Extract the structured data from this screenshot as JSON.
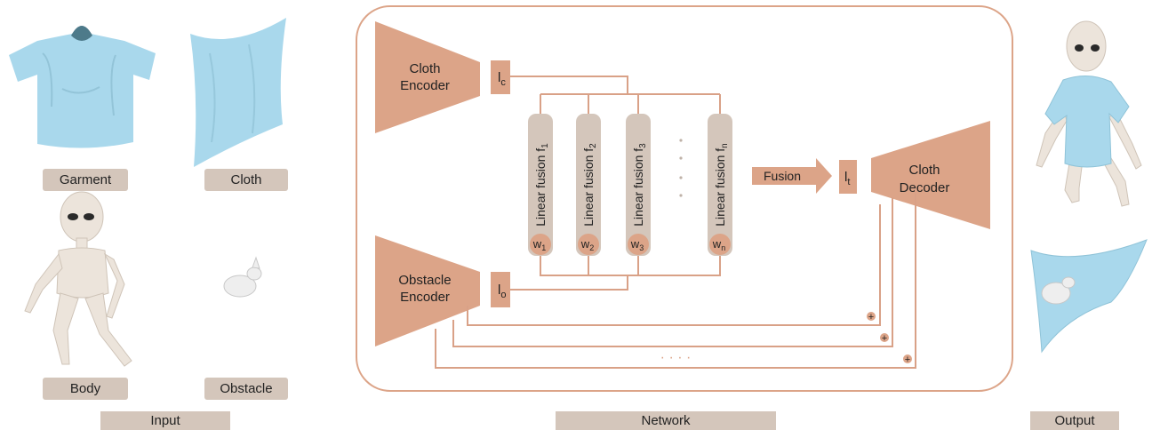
{
  "input": {
    "footer": "Input",
    "items": [
      {
        "key": "garment",
        "label": "Garment"
      },
      {
        "key": "cloth",
        "label": "Cloth"
      },
      {
        "key": "body",
        "label": "Body"
      },
      {
        "key": "obstacle",
        "label": "Obstacle"
      }
    ]
  },
  "network": {
    "footer": "Network",
    "cloth_encoder": [
      "Cloth",
      "Encoder"
    ],
    "obstacle_encoder": [
      "Obstacle",
      "Encoder"
    ],
    "cloth_decoder": [
      "Cloth",
      "Decoder"
    ],
    "latent_cloth": {
      "base": "l",
      "sub": "c"
    },
    "latent_obstacle": {
      "base": "l",
      "sub": "o"
    },
    "latent_target": {
      "base": "l",
      "sub": "t"
    },
    "fusion_label": "Fusion",
    "linear_fusions": [
      {
        "base": "Linear fusion f",
        "sub": "1"
      },
      {
        "base": "Linear fusion f",
        "sub": "2"
      },
      {
        "base": "Linear fusion f",
        "sub": "3"
      },
      {
        "base": "Linear fusion f",
        "sub": "n"
      }
    ],
    "weights": [
      {
        "base": "w",
        "sub": "1"
      },
      {
        "base": "w",
        "sub": "2"
      },
      {
        "base": "w",
        "sub": "3"
      },
      {
        "base": "w",
        "sub": "n"
      }
    ],
    "ellipsis": "· · · ·",
    "plus": "+"
  },
  "output": {
    "footer": "Output"
  },
  "colors": {
    "block": "#dca488",
    "line": "#d9a187",
    "pill": "#d4c6bb",
    "cloth_blue": "#a9d8ec",
    "body_skin": "#ece4db"
  }
}
